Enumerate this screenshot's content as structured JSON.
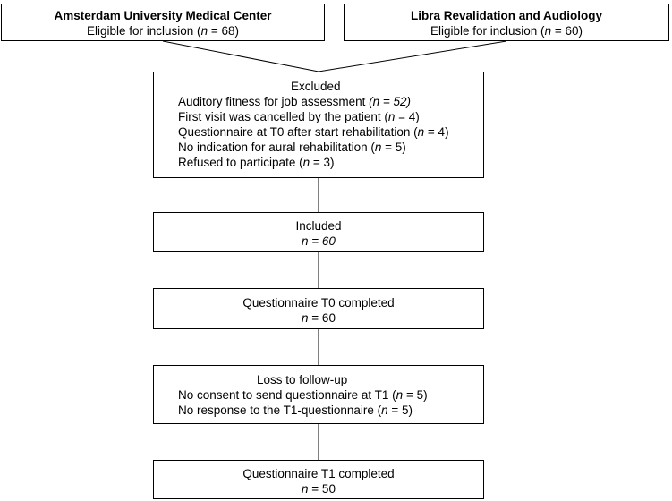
{
  "sites": [
    {
      "name": "Amsterdam University Medical Center",
      "eligible_prefix": "Eligible for inclusion (",
      "n_label": "n",
      "eligible_suffix": " = 68)"
    },
    {
      "name": "Libra Revalidation and Audiology",
      "eligible_prefix": "Eligible for inclusion (",
      "n_label": "n",
      "eligible_suffix": " = 60)"
    }
  ],
  "excluded": {
    "title": "Excluded",
    "reasons": [
      {
        "text": "Auditory fitness for job assessment ",
        "n": "(n = 52)"
      },
      {
        "text": "First visit was cancelled by the patient ",
        "n_open": "(",
        "n_label": "n",
        "n_close": " = 4)"
      },
      {
        "text": "Questionnaire at T0 after start rehabilitation ",
        "n_open": "(",
        "n_label": "n",
        "n_close": " = 4)"
      },
      {
        "text": "No indication for aural rehabilitation ",
        "n_open": "(",
        "n_label": "n",
        "n_close": " = 5)"
      },
      {
        "text": "Refused to participate ",
        "n_open": "(",
        "n_label": "n",
        "n_close": " = 3)"
      }
    ]
  },
  "included": {
    "title": "Included",
    "n": "n = 60"
  },
  "t0": {
    "title": "Questionnaire T0 completed",
    "n_label": "n",
    "n_value": " = 60"
  },
  "loss": {
    "title": "Loss to follow-up",
    "reasons": [
      {
        "text": "No consent to send questionnaire at T1 ",
        "n_open": "(",
        "n_label": "n",
        "n_close": " = 5)"
      },
      {
        "text": "No response to the T1-questionnaire ",
        "n_open": "(",
        "n_label": "n",
        "n_close": " = 5)"
      }
    ]
  },
  "t1": {
    "title": "Questionnaire T1 completed",
    "n_label": "n",
    "n_value": " = 50"
  }
}
